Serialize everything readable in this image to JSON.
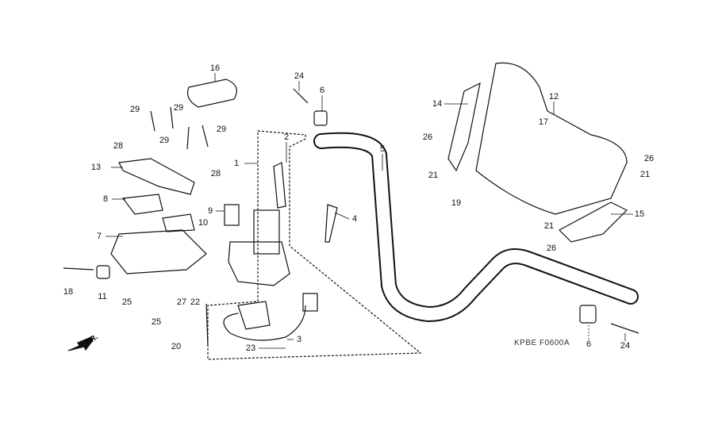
{
  "diagram_code": "KPBE F0600A",
  "direction_label": "FR.",
  "callouts": [
    "16",
    "24",
    "6",
    "29",
    "29",
    "29",
    "29",
    "28",
    "28",
    "13",
    "8",
    "9",
    "10",
    "7",
    "18",
    "11",
    "25",
    "27",
    "22",
    "25",
    "20",
    "23",
    "3",
    "1",
    "2",
    "4",
    "5",
    "14",
    "26",
    "21",
    "12",
    "17",
    "26",
    "21",
    "19",
    "15",
    "21",
    "26",
    "6",
    "24"
  ],
  "colors": {
    "ink": "#111111",
    "background": "#ffffff"
  }
}
